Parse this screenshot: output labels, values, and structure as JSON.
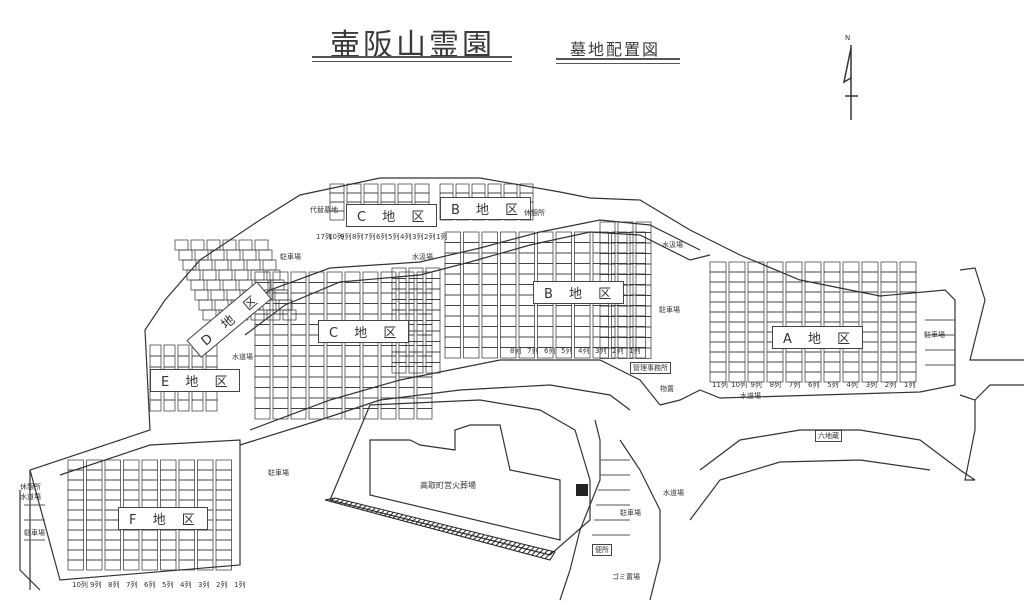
{
  "title": "壷阪山霊園",
  "subtitle": "墓地配置図",
  "north_label": "N",
  "areas": {
    "a": "A 地 区",
    "b_main": "B 地 区",
    "b_upper": "B 地 区",
    "c_main": "C 地 区",
    "c_upper": "C 地 区",
    "d": "D 地 区",
    "e": "E 地 区",
    "f": "F 地 区"
  },
  "facilities": {
    "crematorium": "高取町営火葬場",
    "management_office": "管理事務所",
    "rest_area": "休憩所",
    "water_top": "水汲場",
    "water_right": "水汲場",
    "water_a": "水道場",
    "water_parking": "水道場",
    "parking_a": "駐車場",
    "parking_b": "駐車場",
    "parking_f": "駐車場",
    "parking_south": "駐車場",
    "parking_upper": "駐車場",
    "parking_d": "駐車場",
    "restroom": "便所",
    "rokujizo": "六地蔵",
    "trash": "ゴミ置場",
    "storage": "物置",
    "rest_f": "休憩所",
    "water_f": "水道場",
    "proxy_tomb": "代替墓地",
    "water_left": "水道場"
  },
  "row_labels": {
    "a": [
      "11列",
      "10列",
      "9列",
      "8列",
      "7列",
      "6列",
      "5列",
      "4列",
      "3列",
      "2列",
      "1列"
    ],
    "b": [
      "8列",
      "7列",
      "6列",
      "5列",
      "4列",
      "3列",
      "2列",
      "1列"
    ],
    "f": [
      "10列",
      "9列",
      "8列",
      "7列",
      "6列",
      "5列",
      "4列",
      "3列",
      "2列",
      "1列"
    ],
    "c": [
      "17列",
      "10列",
      "9列",
      "8列",
      "7列",
      "6列",
      "5列",
      "4列",
      "3列",
      "2列",
      "1列"
    ]
  },
  "colors": {
    "line": "#333333",
    "paper": "#ffffff",
    "hatch": "#222222"
  }
}
